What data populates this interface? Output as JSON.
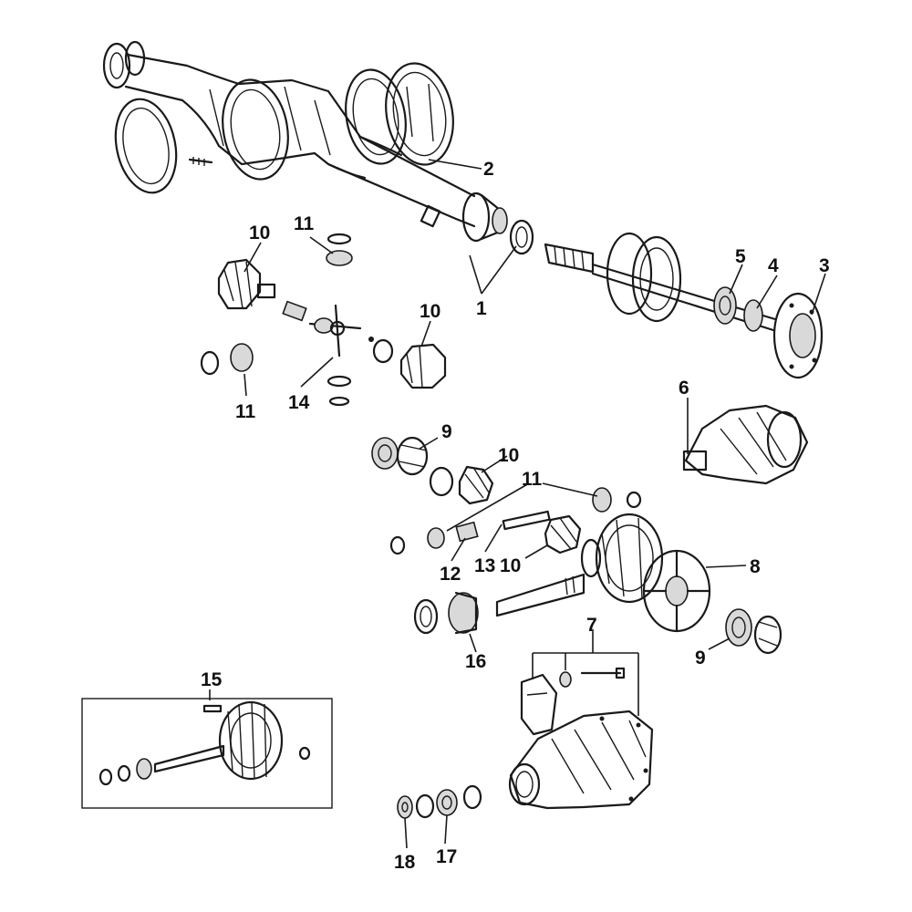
{
  "diagram": {
    "callouts": [
      {
        "id": "c1",
        "text": "1"
      },
      {
        "id": "c2",
        "text": "2"
      },
      {
        "id": "c3",
        "text": "3"
      },
      {
        "id": "c4",
        "text": "4"
      },
      {
        "id": "c5",
        "text": "5"
      },
      {
        "id": "c6",
        "text": "6"
      },
      {
        "id": "c7",
        "text": "7"
      },
      {
        "id": "c8",
        "text": "8"
      },
      {
        "id": "c9a",
        "text": "9"
      },
      {
        "id": "c9b",
        "text": "9"
      },
      {
        "id": "c10a",
        "text": "10"
      },
      {
        "id": "c10b",
        "text": "10"
      },
      {
        "id": "c10c",
        "text": "10"
      },
      {
        "id": "c10d",
        "text": "10"
      },
      {
        "id": "c11a",
        "text": "11"
      },
      {
        "id": "c11b",
        "text": "11"
      },
      {
        "id": "c11c",
        "text": "11"
      },
      {
        "id": "c12",
        "text": "12"
      },
      {
        "id": "c13",
        "text": "13"
      },
      {
        "id": "c14",
        "text": "14"
      },
      {
        "id": "c15",
        "text": "15"
      },
      {
        "id": "c16",
        "text": "16"
      },
      {
        "id": "c17",
        "text": "17"
      },
      {
        "id": "c18",
        "text": "18"
      }
    ]
  }
}
